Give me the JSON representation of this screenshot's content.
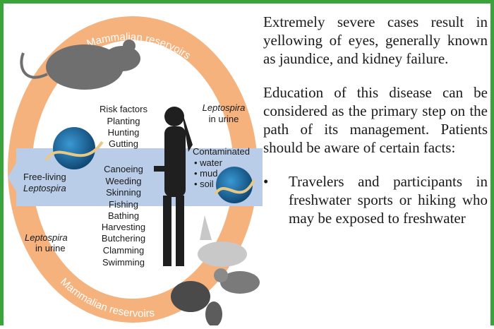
{
  "figure": {
    "arc_label_top": "Mammalian reservoirs",
    "arc_label_bottom": "Mammalian reservoirs",
    "lepto_urine_top_1": "Leptospira",
    "lepto_urine_top_2": "in urine",
    "lepto_urine_left_1": "Leptospira",
    "lepto_urine_left_2": "in urine",
    "free_living_1": "Free-living",
    "free_living_2": "Leptospira",
    "risk_factors": [
      "Risk factors",
      "Planting",
      "Hunting",
      "Gutting",
      "Canoeing",
      "Weeding",
      "Skinning",
      "Fishing",
      "Bathing",
      "Harvesting",
      "Butchering",
      "Clamming",
      "Swimming"
    ],
    "contaminated": [
      "Contaminated",
      "• water",
      "• mud",
      "• soil"
    ],
    "colors": {
      "arc": "#f5b27d",
      "water": "#b9cde8",
      "silhouette": "#1f1f1f",
      "bacteria_sphere": "#1f6fa8"
    }
  },
  "text": {
    "para1": "Extremely severe cases result in yellowing of eyes, generally known as jaundice, and kidney failure.",
    "para2": "Education of this disease can be considered as the primary step on the path of its management. Patients should be aware of certain facts:",
    "bullet_symbol": "•",
    "bullet1": "Travelers and participants in freshwater sports or hiking who may be exposed to freshwater"
  },
  "colors": {
    "frame": "#3aa33b"
  }
}
